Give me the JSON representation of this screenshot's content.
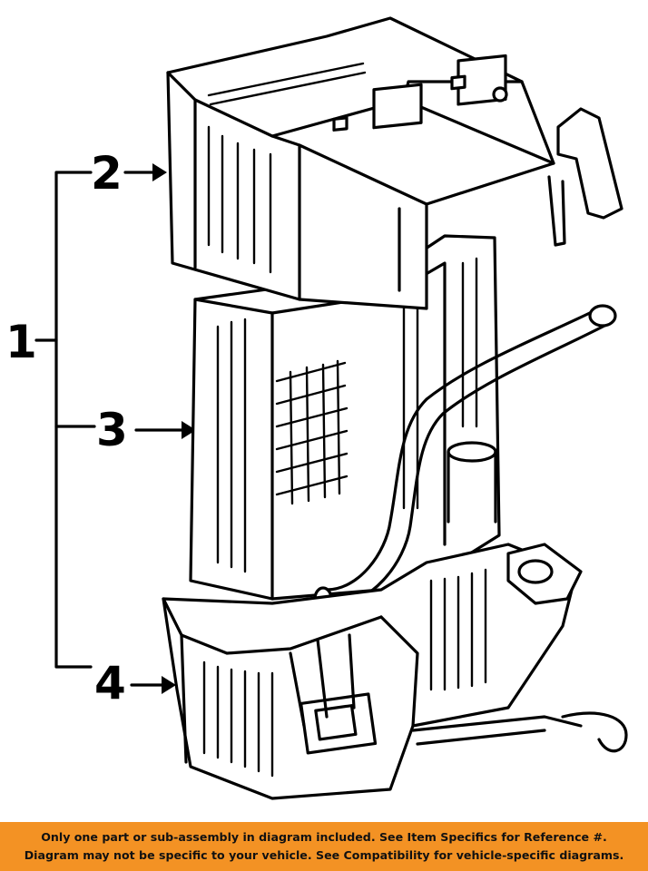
{
  "callouts": [
    {
      "id": "1",
      "label": "1"
    },
    {
      "id": "2",
      "label": "2"
    },
    {
      "id": "3",
      "label": "3"
    },
    {
      "id": "4",
      "label": "4"
    }
  ],
  "banner": {
    "line1": "Only one part or sub-assembly in diagram included. See Item Specifics for Reference #.",
    "line2": "Diagram may not be specific to your vehicle. See Compatibility for vehicle-specific diagrams.",
    "color": "#f39224"
  }
}
